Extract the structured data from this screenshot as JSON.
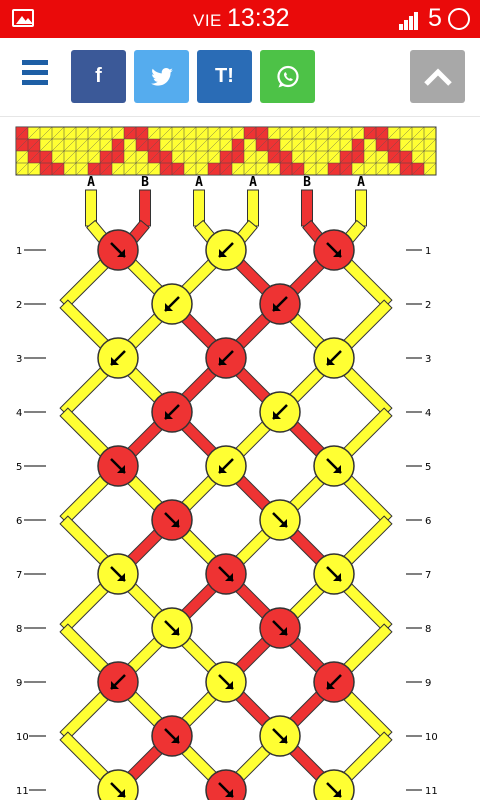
{
  "status_bar": {
    "day": "VIE",
    "time": "13:32",
    "battery_level": "5"
  },
  "toolbar": {
    "facebook_label": "f",
    "tumblr_label": "T!"
  },
  "pattern": {
    "colors": {
      "yellow": "#ffff33",
      "red": "#ee3333",
      "outline": "#333333"
    },
    "strings": [
      "A",
      "B",
      "A",
      "A",
      "B",
      "A"
    ],
    "string_colors": [
      "yellow",
      "red",
      "yellow",
      "yellow",
      "red",
      "yellow"
    ],
    "row_labels": [
      "1",
      "2",
      "3",
      "4",
      "5",
      "6",
      "7",
      "8",
      "9",
      "10",
      "11"
    ],
    "knots": [
      [
        "red:dr",
        "yellow:dl",
        "red:dr"
      ],
      [
        "yellow:dl",
        "red:dl"
      ],
      [
        "yellow:dl",
        "red:dl",
        "yellow:dl"
      ],
      [
        "red:dl",
        "yellow:dl"
      ],
      [
        "red:dr",
        "yellow:dl",
        "yellow:dr"
      ],
      [
        "red:dr",
        "yellow:dr"
      ],
      [
        "yellow:dr",
        "red:dr",
        "yellow:dr"
      ],
      [
        "yellow:dr",
        "red:dr"
      ],
      [
        "red:dl",
        "yellow:dr",
        "red:dl"
      ],
      [
        "red:dr",
        "yellow:dr"
      ],
      [
        "yellow:dr",
        "red:dr",
        "yellow:dr"
      ]
    ]
  }
}
